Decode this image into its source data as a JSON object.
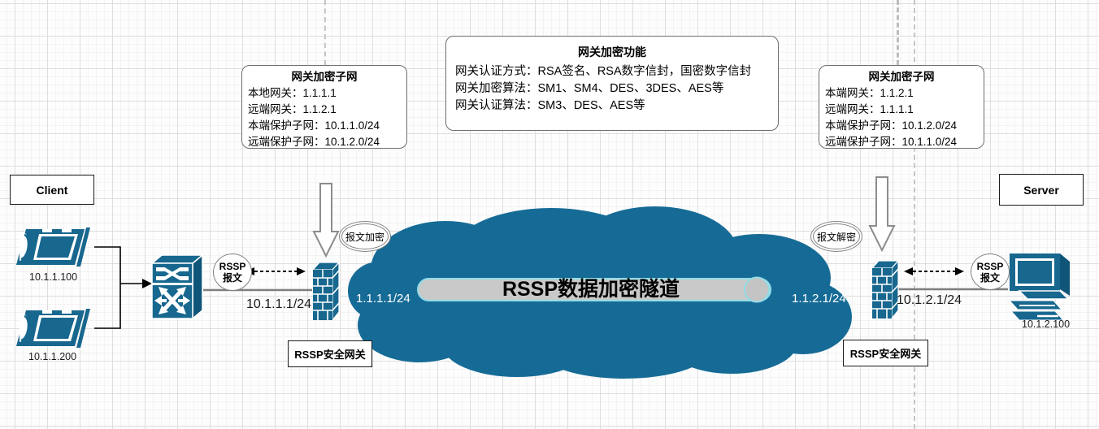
{
  "colors": {
    "device_teal": "#17678F",
    "device_teal_dark": "#0F5578",
    "cloud_teal": "#166B96",
    "pipe_fill": "#C9C9C9",
    "pipe_stroke": "#93DCE6",
    "line_gray": "#7F7F7F",
    "grid_major": "#DEDEDE",
    "grid_minor": "#F3F3F3"
  },
  "icons": {
    "laptop": "laptop-icon",
    "switch": "multilayer-switch-icon",
    "firewall": "firewall-brick-icon",
    "desktop": "desktop-computer-icon",
    "down_arrow": "hollow-down-arrow-icon",
    "cloud": "network-cloud-shape"
  },
  "client": {
    "label": "Client",
    "hosts": [
      {
        "ip": "10.1.1.100"
      },
      {
        "ip": "10.1.1.200"
      }
    ]
  },
  "server": {
    "label": "Server",
    "host_ip": "10.1.2.100"
  },
  "gateways": {
    "left_label": "RSSP安全网关",
    "right_label": "RSSP安全网关",
    "left_if_ip": "10.1.1.1/24",
    "right_if_ip": "10.1.2.1/24"
  },
  "tunnel": {
    "label": "RSSP数据加密隧道",
    "left_ip": "1.1.1.1/24",
    "right_ip": "1.1.2.1/24"
  },
  "annotations": {
    "encrypt": "报文加密",
    "decrypt": "报文解密",
    "rssp_msg_line1": "RSSP",
    "rssp_msg_line2": "报文"
  },
  "notes": {
    "left": {
      "title": "网关加密子网",
      "lines": [
        "本地网关：1.1.1.1",
        "远端网关：1.1.2.1",
        "本端保护子网：10.1.1.0/24",
        "远端保护子网：10.1.2.0/24"
      ]
    },
    "center": {
      "title": "网关加密功能",
      "lines": [
        "网关认证方式：RSA签名、RSA数字信封，国密数字信封",
        "网关加密算法：SM1、SM4、DES、3DES、AES等",
        "网关认证算法：SM3、DES、AES等"
      ]
    },
    "right": {
      "title": "网关加密子网",
      "lines": [
        "本端网关：1.1.2.1",
        "远端网关：1.1.1.1",
        "本端保护子网：10.1.2.0/24",
        "远端保护子网：10.1.1.0/24"
      ]
    }
  }
}
